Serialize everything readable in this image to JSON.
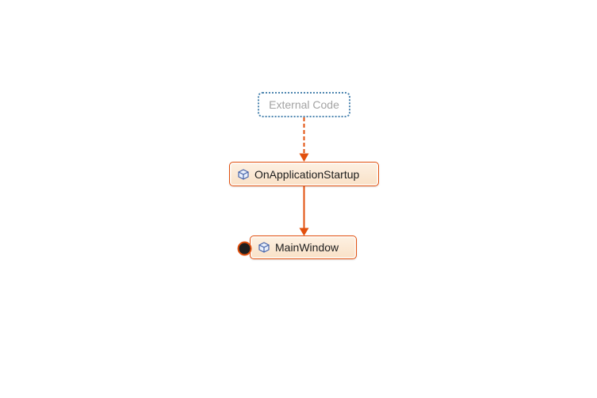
{
  "diagram": {
    "type": "call-graph",
    "nodes": {
      "external": {
        "label": "External Code",
        "kind": "external-group"
      },
      "on_application_startup": {
        "label": "OnApplicationStartup",
        "kind": "method",
        "icon": "cube-icon"
      },
      "main_window": {
        "label": "MainWindow",
        "kind": "method",
        "icon": "cube-icon",
        "badge": "collapsed-link-indicator"
      }
    },
    "edges": [
      {
        "from": "external",
        "to": "on_application_startup",
        "style": "dashed",
        "direction": "down"
      },
      {
        "from": "on_application_startup",
        "to": "main_window",
        "style": "solid",
        "direction": "down"
      }
    ]
  },
  "colors": {
    "accent_orange": "#e2500e",
    "node_fill_top": "#fdf1e3",
    "node_fill_bottom": "#f9e1c7",
    "external_border_blue": "#4e86b0",
    "external_text": "#a3a3a3",
    "node_text": "#1c1c1c",
    "badge_fill": "#1f1f1f",
    "icon_stroke_blue": "#4563a9",
    "icon_fill": "#eaf0fb",
    "canvas_background": "#ffffff"
  }
}
